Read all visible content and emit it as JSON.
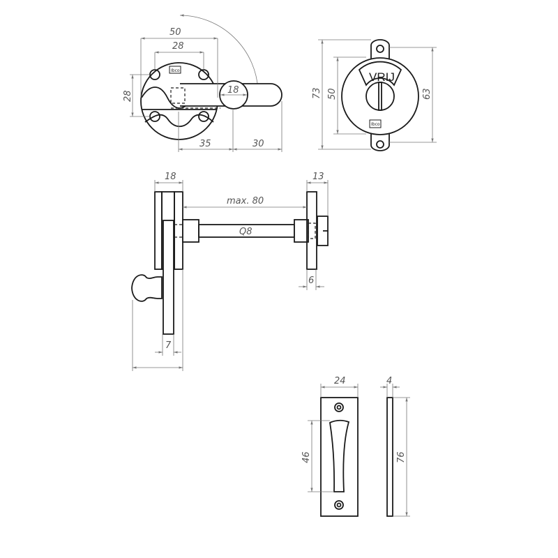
{
  "front_view": {
    "dim_width": "50",
    "dim_hole_spacing_h": "28",
    "dim_hole_spacing_v": "28",
    "dim_knob": "18",
    "dim_offset": "35",
    "dim_lever": "30",
    "logo": "Ibco"
  },
  "indicator_view": {
    "label": "VRIJ",
    "dim_total_height": "73",
    "dim_diameter": "50",
    "dim_hole_spacing": "63",
    "logo": "Ibco"
  },
  "side_view": {
    "dim_left_thickness": "18",
    "dim_right_thickness": "13",
    "dim_door": "max. 80",
    "spindle": "Q8",
    "dim_right_plate": "6",
    "dim_front_plate": "7"
  },
  "strike_plate": {
    "dim_width": "24",
    "dim_recess": "46",
    "dim_thickness": "4",
    "dim_height": "76"
  }
}
